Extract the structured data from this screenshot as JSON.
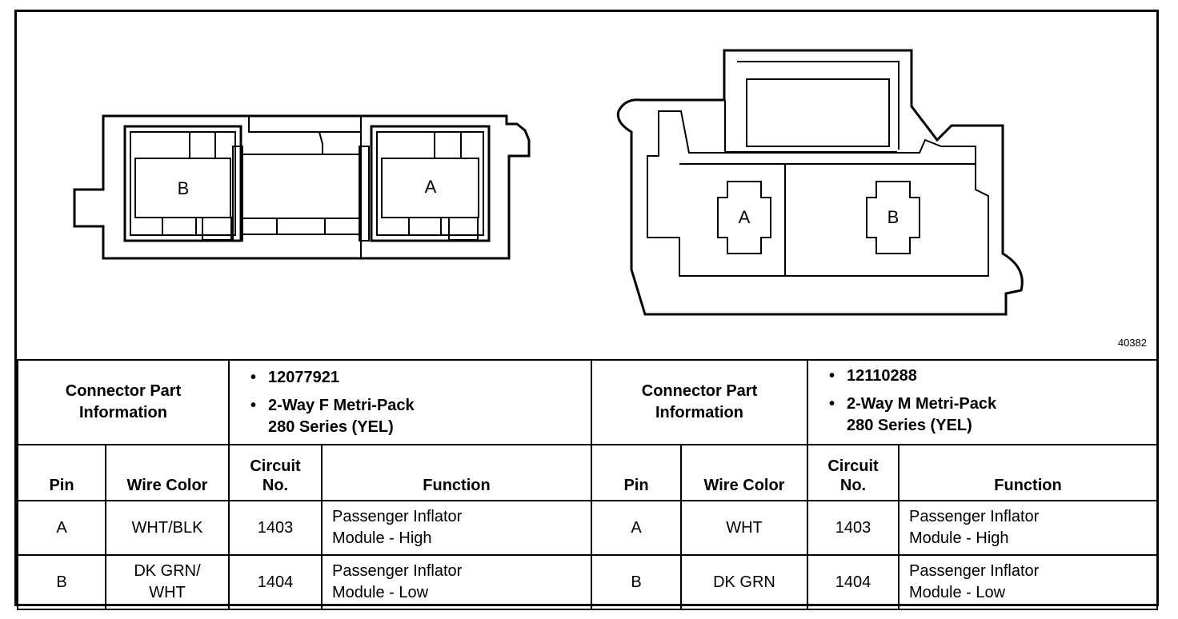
{
  "diagram": {
    "reference_number": "40382",
    "left_connector": {
      "pin_labels": [
        "B",
        "A"
      ]
    },
    "right_connector": {
      "pin_labels": [
        "A",
        "B"
      ]
    }
  },
  "left_table": {
    "info_label_line1": "Connector Part",
    "info_label_line2": "Information",
    "part_number": "12077921",
    "description_line1": "2-Way F Metri-Pack",
    "description_line2": "280 Series (YEL)",
    "headers": {
      "pin": "Pin",
      "wire_color": "Wire Color",
      "circuit_line1": "Circuit",
      "circuit_line2": "No.",
      "function": "Function"
    },
    "rows": [
      {
        "pin": "A",
        "wire_color_line1": "WHT/BLK",
        "wire_color_line2": "",
        "circuit": "1403",
        "function_line1": "Passenger Inflator",
        "function_line2": "Module - High"
      },
      {
        "pin": "B",
        "wire_color_line1": "DK GRN/",
        "wire_color_line2": "WHT",
        "circuit": "1404",
        "function_line1": "Passenger Inflator",
        "function_line2": "Module - Low"
      }
    ]
  },
  "right_table": {
    "info_label_line1": "Connector Part",
    "info_label_line2": "Information",
    "part_number": "12110288",
    "description_line1": "2-Way M Metri-Pack",
    "description_line2": "280 Series (YEL)",
    "headers": {
      "pin": "Pin",
      "wire_color": "Wire Color",
      "circuit_line1": "Circuit",
      "circuit_line2": "No.",
      "function": "Function"
    },
    "rows": [
      {
        "pin": "A",
        "wire_color_line1": "WHT",
        "wire_color_line2": "",
        "circuit": "1403",
        "function_line1": "Passenger Inflator",
        "function_line2": "Module - High"
      },
      {
        "pin": "B",
        "wire_color_line1": "DK GRN",
        "wire_color_line2": "",
        "circuit": "1404",
        "function_line1": "Passenger Inflator",
        "function_line2": "Module - Low"
      }
    ]
  }
}
